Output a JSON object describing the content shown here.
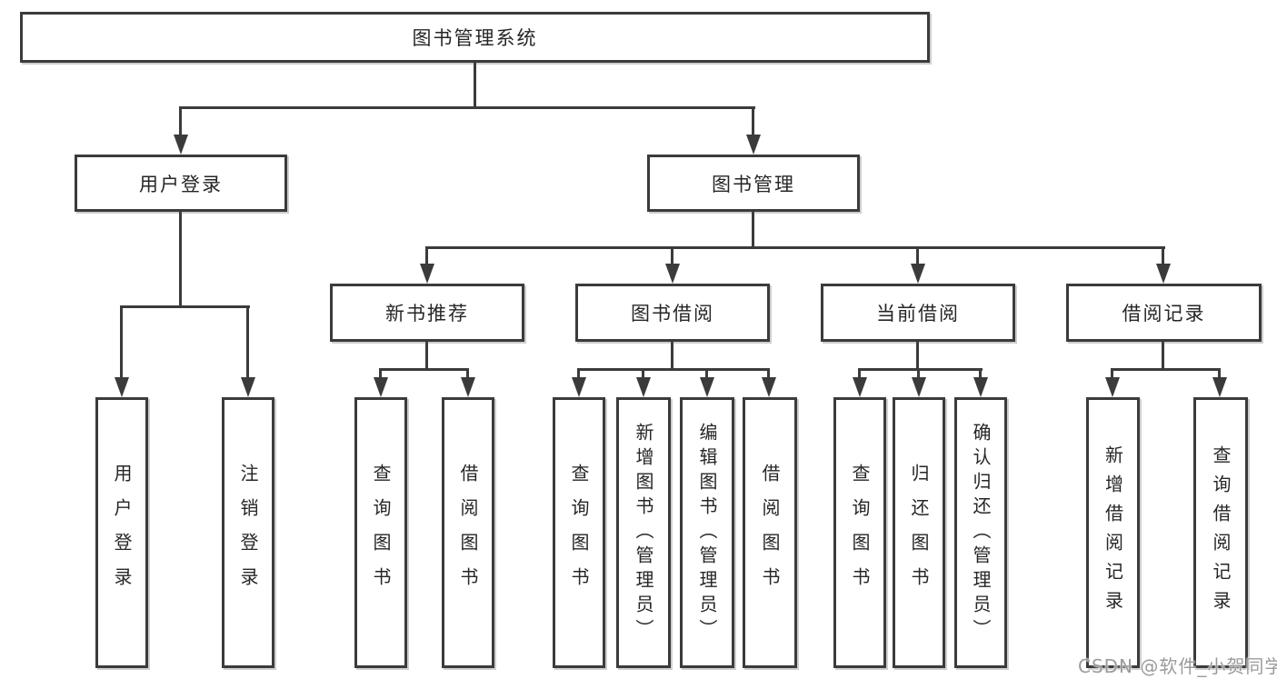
{
  "diagram": {
    "title": "图书管理系统",
    "tree": {
      "root": {
        "label": "图书管理系统",
        "children": [
          {
            "label": "用户登录",
            "children": [
              {
                "label": "用户登录"
              },
              {
                "label": "注销登录"
              }
            ]
          },
          {
            "label": "图书管理",
            "children": [
              {
                "label": "新书推荐",
                "children": [
                  {
                    "label": "查询图书"
                  },
                  {
                    "label": "借阅图书"
                  }
                ]
              },
              {
                "label": "图书借阅",
                "children": [
                  {
                    "label": "查询图书"
                  },
                  {
                    "label": "新增图书（管理员）"
                  },
                  {
                    "label": "编辑图书（管理员）"
                  },
                  {
                    "label": "借阅图书"
                  }
                ]
              },
              {
                "label": "当前借阅",
                "children": [
                  {
                    "label": "查询图书"
                  },
                  {
                    "label": "归还图书"
                  },
                  {
                    "label": "确认归还（管理员）"
                  }
                ]
              },
              {
                "label": "借阅记录",
                "children": [
                  {
                    "label": "新增借阅记录"
                  },
                  {
                    "label": "查询借阅记录"
                  }
                ]
              }
            ]
          }
        ]
      }
    },
    "colors": {
      "line": "#3b3b3b",
      "text": "#262626",
      "background": "#ffffff",
      "watermark": "#9b9b9b"
    }
  },
  "watermark": {
    "text": "CSDN @软件_小贺同学"
  }
}
